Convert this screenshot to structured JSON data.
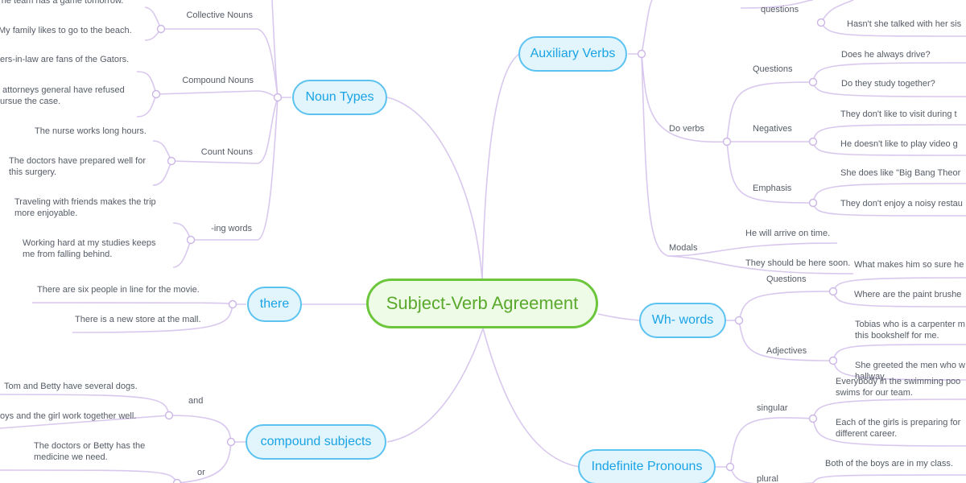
{
  "root": {
    "label": "Subject-Verb Agreement"
  },
  "branches": {
    "noun_types": {
      "label": "Noun Types",
      "collective": {
        "label": "Collective Nouns",
        "ex1": "The  team has a game tomorrow.",
        "ex2": "My family likes to go to the beach."
      },
      "compound": {
        "label": "Compound Nouns",
        "ex1": "ers-in-law are fans of the Gators.",
        "ex2": " attorneys general have refused\nursue the case."
      },
      "count": {
        "label": "Count Nouns",
        "ex1": "The nurse works long hours.",
        "ex2": "The doctors have prepared well for\nthis surgery."
      },
      "ing": {
        "label": "-ing words",
        "ex1": "Traveling with friends makes the trip\nmore enjoyable.",
        "ex2": "Working hard at my studies keeps\nme from falling behind."
      }
    },
    "there": {
      "label": "there",
      "ex1": "There are six people in line for the movie.",
      "ex2": "There is a new store at the mall."
    },
    "compound_subjects": {
      "label": "compound subjects",
      "and": {
        "label": "and",
        "ex1": "Tom and Betty have several dogs.",
        "ex2": "oys and the girl work together well."
      },
      "or": {
        "label": "or",
        "ex1": "The doctors or Betty has the\nmedicine we need."
      }
    },
    "auxiliary_verbs": {
      "label": "Auxiliary Verbs",
      "questions": {
        "label": "questions",
        "ex1": "Hasn't she talked with her sis"
      },
      "do_verbs": {
        "label": "Do verbs",
        "questions": {
          "label": "Questions",
          "ex1": "Does he always drive?",
          "ex2": "Do they study together?"
        },
        "negatives": {
          "label": "Negatives",
          "ex1": "They don't like to visit during t",
          "ex2": "He doesn't like to play video g"
        },
        "emphasis": {
          "label": "Emphasis",
          "ex1": "She does like \"Big Bang Theor",
          "ex2": "They don't enjoy a noisy restau"
        }
      },
      "modals": {
        "label": "Modals",
        "ex1": "He will arrive on time.",
        "ex2": "They should be here soon."
      }
    },
    "wh_words": {
      "label": "Wh- words",
      "questions": {
        "label": "Questions",
        "ex1": "What makes him so sure he",
        "ex2": "Where are the paint brushe"
      },
      "adjectives": {
        "label": "Adjectives",
        "ex1": "Tobias who is a carpenter m\nthis bookshelf for me.",
        "ex2": "She greeted the men who w\nhallway."
      }
    },
    "indefinite_pronouns": {
      "label": "Indefinite Pronouns",
      "singular": {
        "label": "singular",
        "ex1": "Everybody in the swimming poo\nswims for our team.",
        "ex2": "Each of the girls is preparing for\ndifferent career."
      },
      "plural": {
        "label": "plural",
        "ex1": "Both of the boys are in my class."
      }
    }
  },
  "colors": {
    "root_border": "#6bc63b",
    "root_text": "#5aa92d",
    "branch_border": "#5cc3f1",
    "branch_text": "#1aa3e4",
    "link": "#d9c8ee",
    "leaf_text": "#555b66"
  }
}
